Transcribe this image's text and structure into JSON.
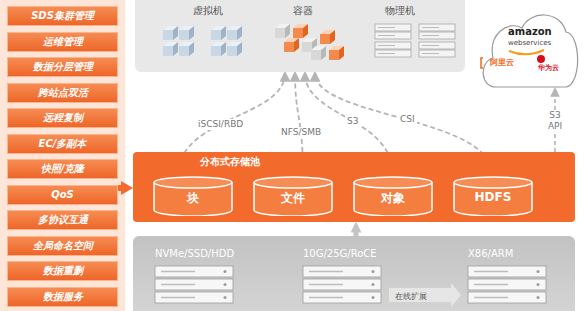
{
  "diagram": {
    "nodes": [
      {
        "text": [
          "SDS集群管理"
        ]
      },
      {
        "text": [
          "运维管理"
        ]
      },
      {
        "text": [
          "数据分层管理"
        ]
      },
      {
        "text": [
          "跨站点双活"
        ]
      },
      {
        "text": [
          "远程复制"
        ]
      },
      {
        "text": [
          "EC/多副本"
        ]
      },
      {
        "text": [
          "快照/克隆"
        ]
      },
      {
        "text": [
          "QoS"
        ]
      },
      {
        "text": [
          "多协议互通"
        ]
      },
      {
        "text": [
          "全局命名空间"
        ]
      },
      {
        "text": [
          "数据重删"
        ]
      },
      {
        "text": [
          "数据服务"
        ]
      },
      {
        "text": [
          "虚拟机",
          "容器",
          "物理机"
        ]
      },
      {
        "text": [
          "amazon",
          "webservices",
          "阿里云",
          "华为云"
        ]
      },
      {
        "text": [
          "分布式存储池"
        ]
      },
      {
        "text": [
          "块"
        ],
        "in": 14
      },
      {
        "text": [
          "文件"
        ],
        "in": 14
      },
      {
        "text": [
          "对象"
        ],
        "in": 14
      },
      {
        "text": [
          "HDFS"
        ],
        "in": 14
      },
      {
        "text": [
          "NVMe/SSD/HDD",
          "10G/25G/RoCE",
          "X86/ARM",
          "在线扩展"
        ]
      }
    ],
    "edges": [
      {
        "from": 15,
        "to": 12,
        "label": "iSCSI/RBD",
        "arrow": "to"
      },
      {
        "from": 16,
        "to": 12,
        "label": "NFS/SMB",
        "arrow": "to"
      },
      {
        "from": 17,
        "to": 12,
        "label": "S3",
        "arrow": "to"
      },
      {
        "from": 18,
        "to": 12,
        "label": "CSI",
        "arrow": "to"
      },
      {
        "from": 14,
        "to": 13,
        "label": "S3 API",
        "arrow": "to"
      },
      {
        "from": 19,
        "to": 14,
        "arrow": "to"
      }
    ]
  }
}
